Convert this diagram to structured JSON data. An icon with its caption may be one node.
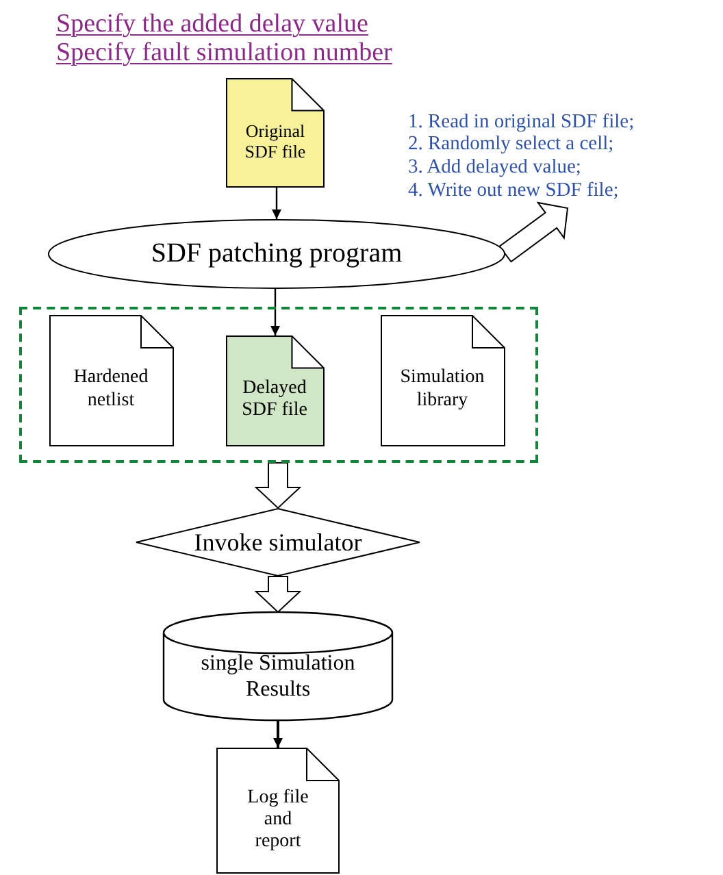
{
  "diagram": {
    "nodes": [
      {
        "text": [
          "Original SDF file"
        ]
      },
      {
        "text": [
          "SDF patching program"
        ]
      },
      {
        "text": [
          "1. Read in original SDF file;",
          "2. Randomly select a cell;",
          "3. Add delayed value;",
          "4. Write out new SDF file;"
        ]
      },
      {
        "text": [],
        "shape": "box"
      },
      {
        "text": [
          "Hardened netlist"
        ],
        "in": 3
      },
      {
        "text": [
          "Delayed SDF file"
        ],
        "in": 3
      },
      {
        "text": [
          "Simulation library"
        ],
        "in": 3
      },
      {
        "text": [
          "Invoke simulator"
        ]
      },
      {
        "text": [
          "single Simulation Results"
        ]
      },
      {
        "text": [
          "Log file and report"
        ]
      }
    ],
    "edges": [
      {
        "from": 0,
        "to": 1,
        "arrow": "to"
      },
      {
        "from": 1,
        "to": 2,
        "arrow": "to",
        "style": "thick"
      },
      {
        "from": 1,
        "to": 5,
        "arrow": "to"
      },
      {
        "from": 3,
        "to": 7,
        "arrow": "to",
        "style": "thick"
      },
      {
        "from": 7,
        "to": 8,
        "arrow": "to",
        "style": "thick"
      },
      {
        "from": 8,
        "to": 9,
        "arrow": "to"
      }
    ],
    "labels": [
      "Specify the added delay value",
      "Specify fault simulation number"
    ]
  }
}
